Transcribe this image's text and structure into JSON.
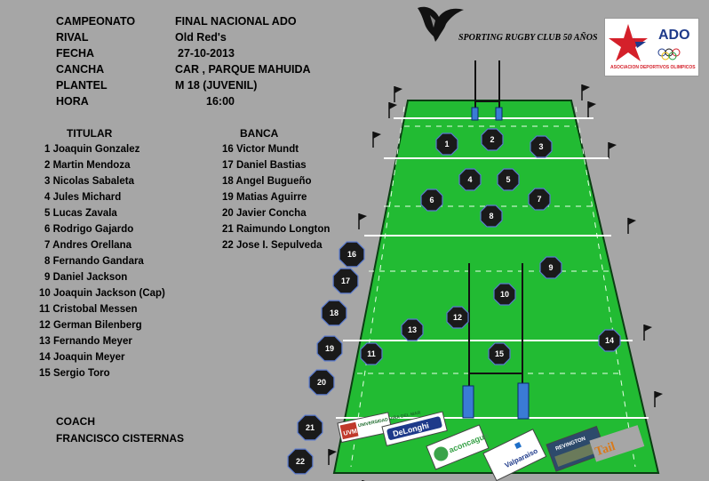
{
  "info": [
    {
      "label": "CAMPEONATO",
      "value": "FINAL NACIONAL ADO"
    },
    {
      "label": "RIVAL",
      "value": "Old Red's"
    },
    {
      "label": "FECHA",
      "value": "27-10-2013"
    },
    {
      "label": "CANCHA",
      "value": "CAR , PARQUE MAHUIDA"
    },
    {
      "label": "PLANTEL",
      "value": "M 18 (JUVENIL)"
    },
    {
      "label": "HORA",
      "value": "16:00"
    }
  ],
  "titular": {
    "heading": "TITULAR",
    "players": [
      "1 Joaquin Gonzalez",
      "2 Martin Mendoza",
      "3 Nicolas Sabaleta",
      "4 Jules Michard",
      "5 Lucas Zavala",
      "6 Rodrigo Gajardo",
      "7 Andres Orellana",
      "8 Fernando Gandara",
      "9 Daniel Jackson",
      "10 Joaquin Jackson (Cap)",
      "11 Cristobal Messen",
      "12 German Bilenberg",
      "13 Fernando Meyer",
      "14 Joaquin Meyer",
      "15 Sergio Toro"
    ]
  },
  "banca": {
    "heading": "BANCA",
    "players": [
      "16 Victor Mundt",
      "17 Daniel Bastias",
      "18 Angel Bugueño",
      "19 Matias Aguirre",
      "20 Javier Concha",
      "21 Raimundo Longton",
      "22 Jose I. Sepulveda"
    ]
  },
  "coach": {
    "label": "COACH",
    "name": "FRANCISCO CISTERNAS"
  },
  "club_title": "SPORTING RUGBY CLUB 50 AÑOS",
  "ado_logo": {
    "text": "ADO",
    "subtitle": "ASOCIACION DEPORTIVOS OLIMPICOS"
  },
  "colors": {
    "pitch": "#22bb33",
    "player": "#1a1a1a",
    "background": "#a6a6a6",
    "logo_red": "#d4202a",
    "logo_blue": "#1e3a8a"
  },
  "field_players": [
    "1",
    "2",
    "3",
    "4",
    "5",
    "6",
    "7",
    "8",
    "9",
    "10",
    "11",
    "12",
    "13",
    "14",
    "15"
  ],
  "bench_players": [
    "16",
    "17",
    "18",
    "19",
    "20",
    "21",
    "22"
  ],
  "sponsors": [
    "UVM",
    "UNIVERSIDAD VIÑA DEL MAR",
    "DeLonghi",
    "aconcagua",
    "Valparaiso",
    "REVINGTON",
    "Tail"
  ]
}
